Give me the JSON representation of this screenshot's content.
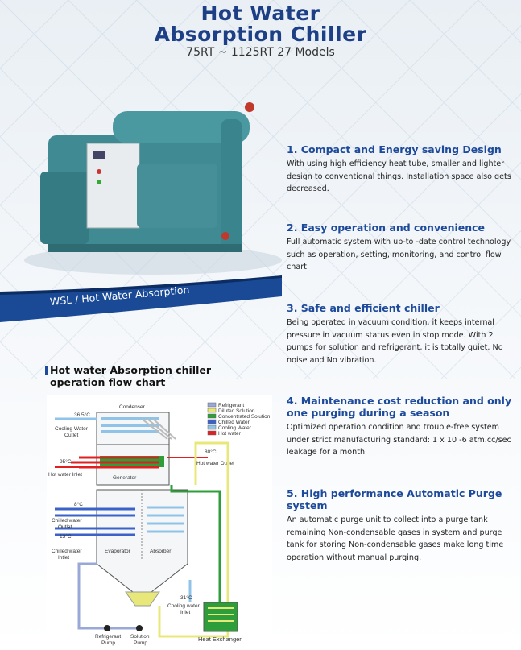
{
  "header": {
    "title_line1": "Hot Water",
    "title_line2": "Absorption Chiller",
    "subtitle": "75RT ~ 1125RT 27 Models"
  },
  "ribbon": {
    "label": "WSL / Hot Water Absorption"
  },
  "features": [
    {
      "title": "1. Compact and Energy saving Design",
      "text": "With using high efficiency heat tube, smaller and lighter design to conventional things. Installation space also gets decreased."
    },
    {
      "title": "2. Easy operation and convenience",
      "text": "Full automatic system with up-to -date control technology such as operation, setting, monitoring, and control flow chart."
    },
    {
      "title": "3. Safe and efficient chiller",
      "text": "Being operated in vacuum condition, it keeps internal pressure in vacuum status even in stop mode. With 2 pumps for solution and refrigerant, it is totally quiet. No noise and No vibration."
    },
    {
      "title": "4. Maintenance cost reduction and only one purging during a season",
      "text": "Optimized operation condition and trouble-free system under strict manufacturing standard: 1 x 10 -6 atm.cc/sec leakage for a month."
    },
    {
      "title": "5. High performance Automatic Purge system",
      "text": "An automatic purge unit to collect into a purge tank remaining Non-condensable gases in system and purge tank for storing Non-condensable gases make long time operation without manual purging."
    }
  ],
  "flowchart": {
    "title_line1": "Hot water Absorption chiller",
    "title_line2": "operation flow chart",
    "legend": [
      "Refrigerant",
      "Diluted Solution",
      "Concentrated  Solution",
      "Chilled Water",
      "Cooling Water",
      "Hot water"
    ],
    "legend_colors": [
      "#9aa8d8",
      "#e8e87a",
      "#2e9e3a",
      "#3a62c8",
      "#8fc4e8",
      "#e02020"
    ],
    "labels": {
      "condenser": "Condenser",
      "cw_temp_top": "36.5°C",
      "cw_outlet_1": "Cooling Water",
      "cw_outlet_2": "Outlet",
      "hw_temp_out": "80°C",
      "hw_outlet": "Hot water Outlet",
      "hw_temp_in": "95°C",
      "hw_inlet": "Hot water Inlet",
      "generator": "Generator",
      "chw_temp_out": "8°C",
      "chw_outlet_1": "Chilled water",
      "chw_outlet_2": "Outlet",
      "chw_temp_in": "13°C",
      "chw_inlet_1": "Chilled water",
      "chw_inlet_2": "Intlet",
      "evaporator": "Evaporator",
      "absorber": "Absorber",
      "cw_temp_in": "31°C",
      "cw_inlet_1": "Cooling water",
      "cw_inlet_2": "Inlet",
      "ref_pump_1": "Refrigerant",
      "ref_pump_2": "Pump",
      "sol_pump_1": "Solution",
      "sol_pump_2": "Pump",
      "heat_exchanger": "Heat Exchanger"
    }
  }
}
